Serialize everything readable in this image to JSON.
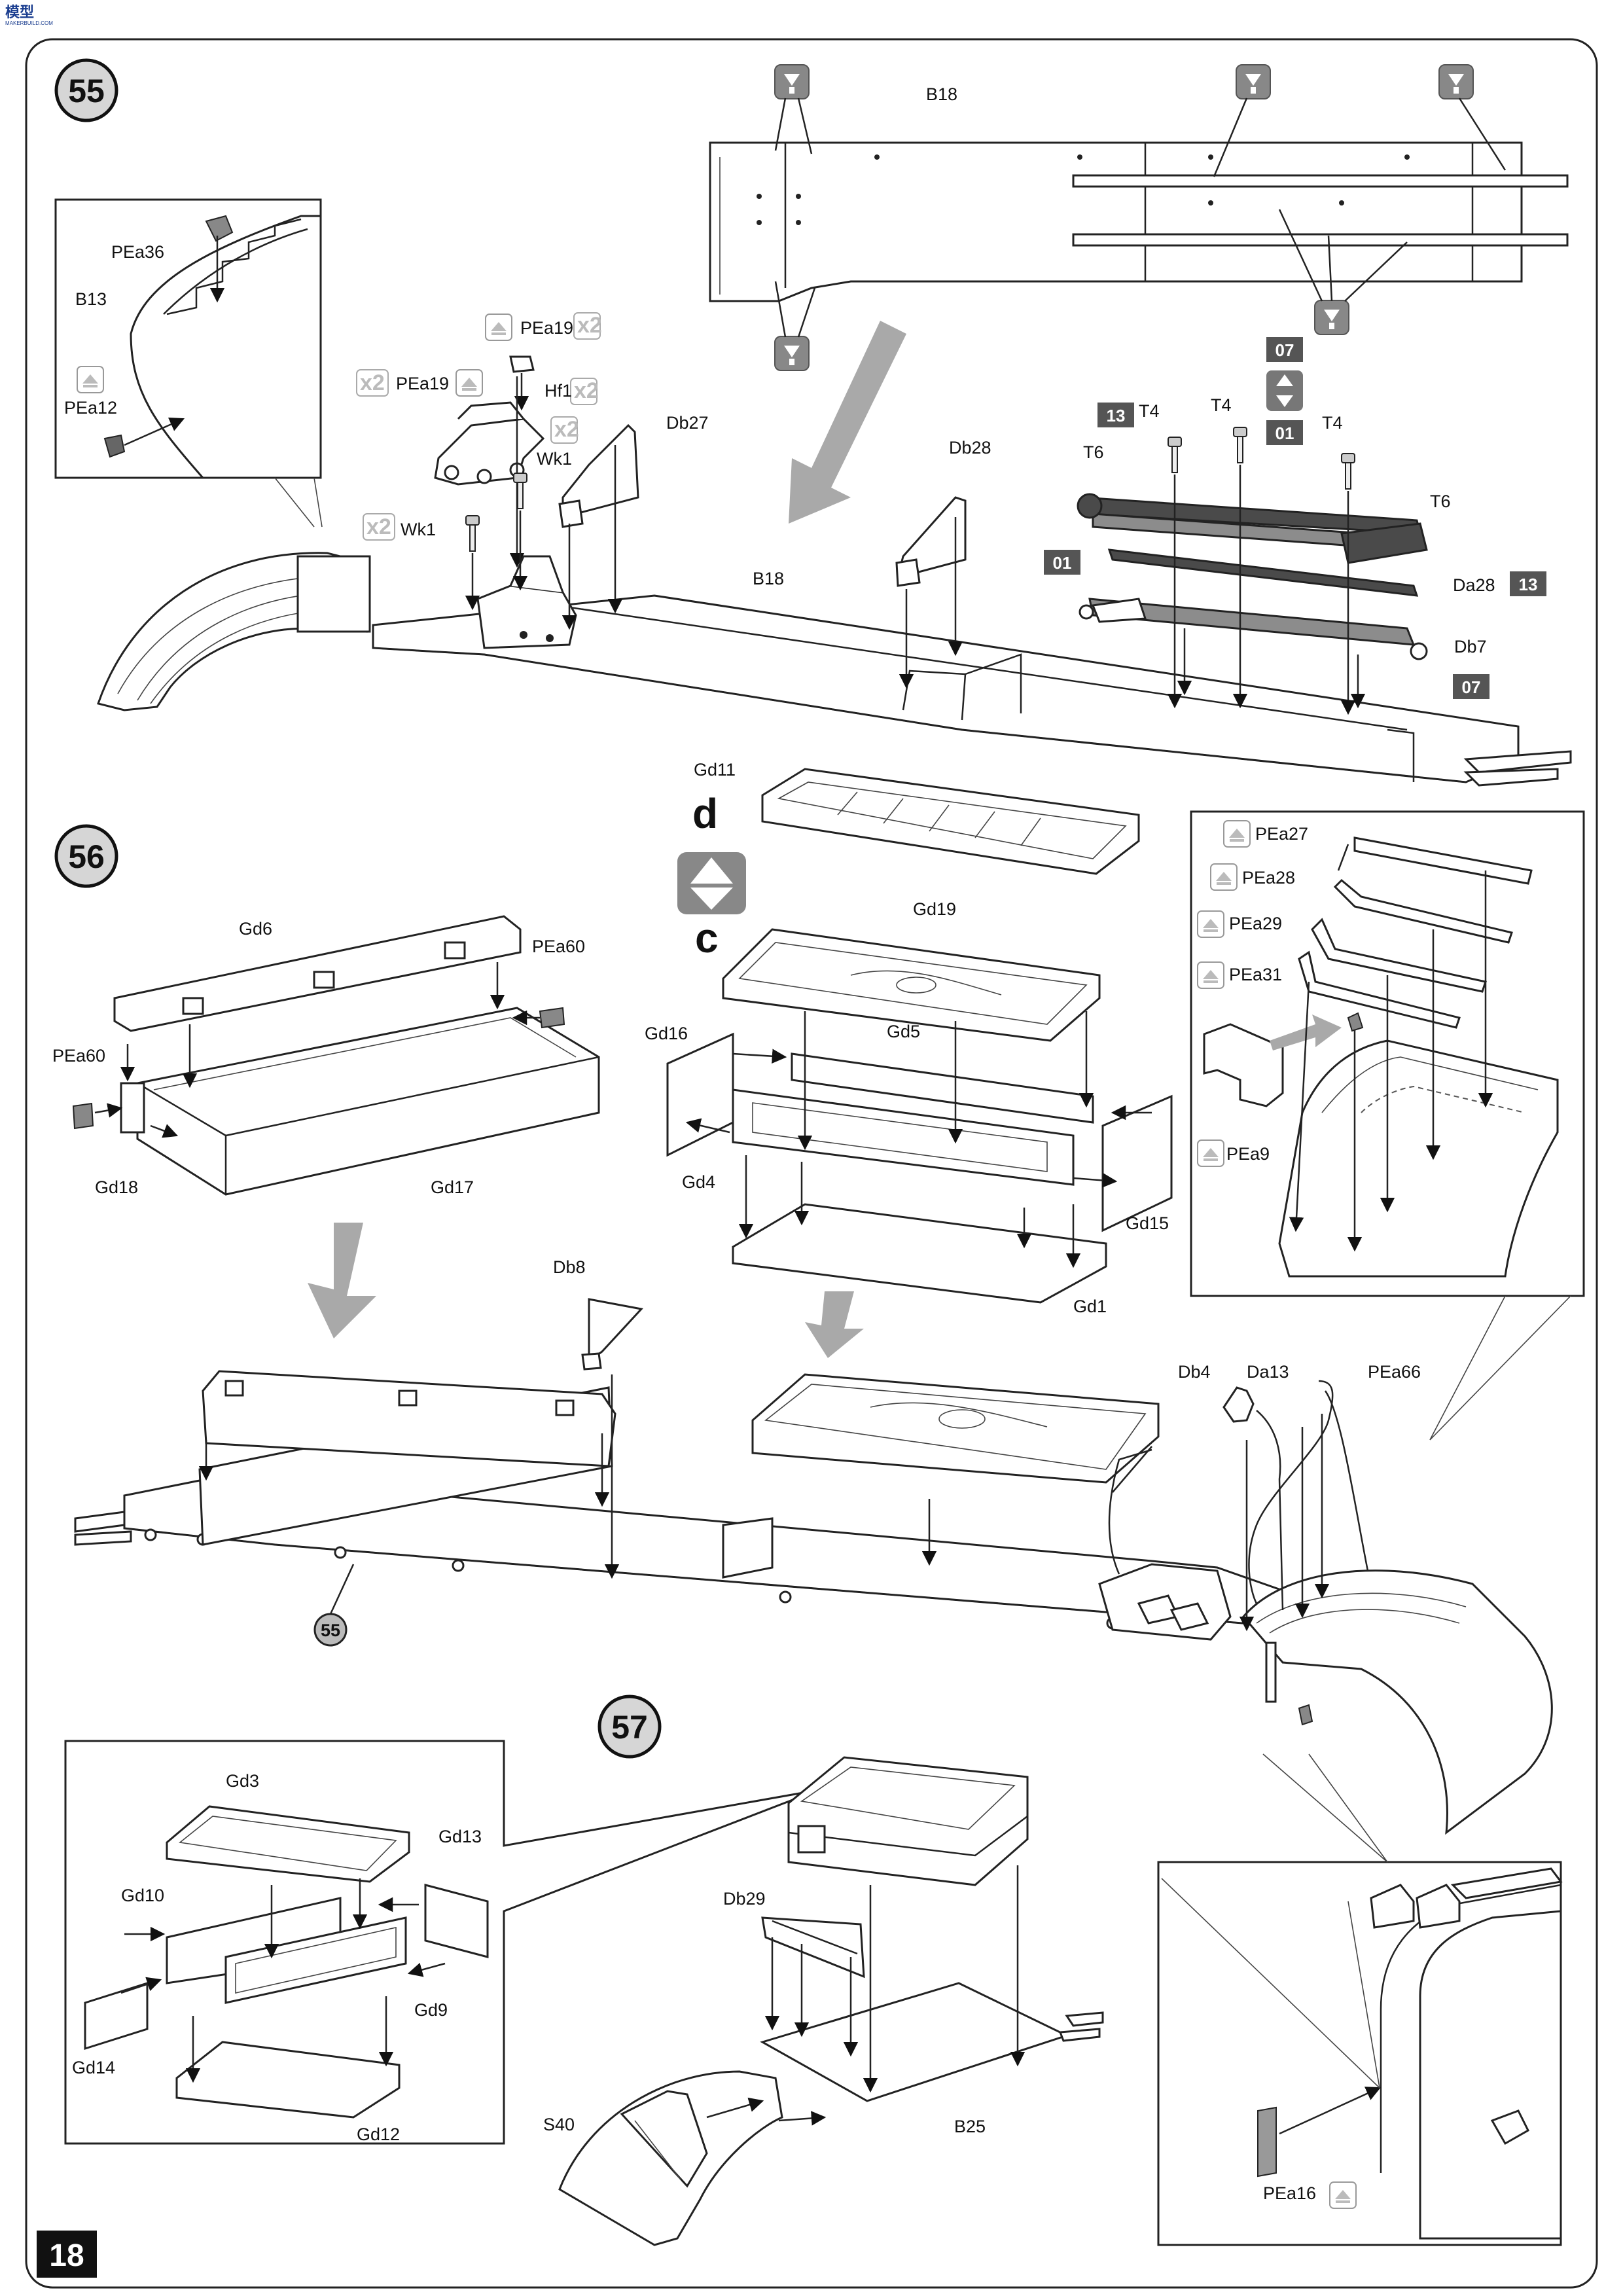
{
  "logo": {
    "text": "模型",
    "sub": "MAKERBUILD.COM"
  },
  "page_number": "18",
  "steps": {
    "s55": "55",
    "s56": "56",
    "s57": "57",
    "ref55": "55"
  },
  "side_markers": {
    "d": "d",
    "c": "c"
  },
  "multipliers": {
    "pea19_top": "x2",
    "pea19_left": "x2",
    "hf1": "x2",
    "wk1_right": "x2",
    "wk1_left": "x2"
  },
  "color_chips": {
    "c07_top": "07",
    "c01_mid": "01",
    "c13_left": "13",
    "c01_left": "01",
    "c13_right": "13",
    "c07_bottom": "07"
  },
  "labels": {
    "step55": {
      "B18_top": "B18",
      "PEa36": "PEa36",
      "B13": "B13",
      "PEa12": "PEa12",
      "PEa19_top": "PEa19",
      "PEa19_left": "PEa19",
      "Hf1": "Hf1",
      "Wk1_right": "Wk1",
      "Wk1_left": "Wk1",
      "Db27": "Db27",
      "Db28": "Db28",
      "B18_main": "B18",
      "T4_a": "T4",
      "T4_b": "T4",
      "T4_c": "T4",
      "T6_left": "T6",
      "T6_right": "T6",
      "Da28": "Da28",
      "Db7": "Db7"
    },
    "step56": {
      "Gd6": "Gd6",
      "PEa60_right": "PEa60",
      "PEa60_left": "PEa60",
      "Gd18": "Gd18",
      "Gd17": "Gd17",
      "Gd11": "Gd11",
      "Gd19": "Gd19",
      "Gd16": "Gd16",
      "Gd5": "Gd5",
      "Gd4": "Gd4",
      "Gd15": "Gd15",
      "Gd1": "Gd1",
      "Db8": "Db8",
      "Db4": "Db4",
      "Da13": "Da13",
      "PEa66": "PEa66",
      "PEa27": "PEa27",
      "PEa28": "PEa28",
      "PEa29": "PEa29",
      "PEa31": "PEa31",
      "PEa9": "PEa9"
    },
    "step57": {
      "Gd3": "Gd3",
      "Gd13": "Gd13",
      "Gd10": "Gd10",
      "Gd14": "Gd14",
      "Gd9": "Gd9",
      "Gd12": "Gd12",
      "Db29": "Db29",
      "S40": "S40",
      "B25": "B25",
      "PEa16": "PEa16"
    }
  }
}
